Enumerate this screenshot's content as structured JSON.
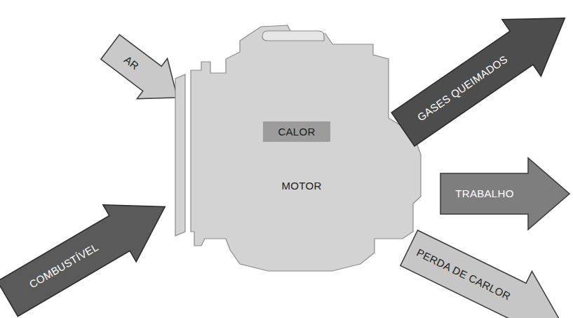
{
  "diagram": {
    "nodes": [
      {
        "text": [
          "AR"
        ]
      },
      {
        "text": [
          "MOTOR"
        ]
      },
      {
        "text": [
          "CALOR"
        ],
        "in": 1
      },
      {
        "text": [
          "GASES QUEIMADOS"
        ]
      },
      {
        "text": [
          "TRABALHO"
        ]
      },
      {
        "text": [
          "COMBUSTÍVEL"
        ]
      },
      {
        "text": [
          "PERDA DE CARLOR"
        ]
      }
    ]
  }
}
